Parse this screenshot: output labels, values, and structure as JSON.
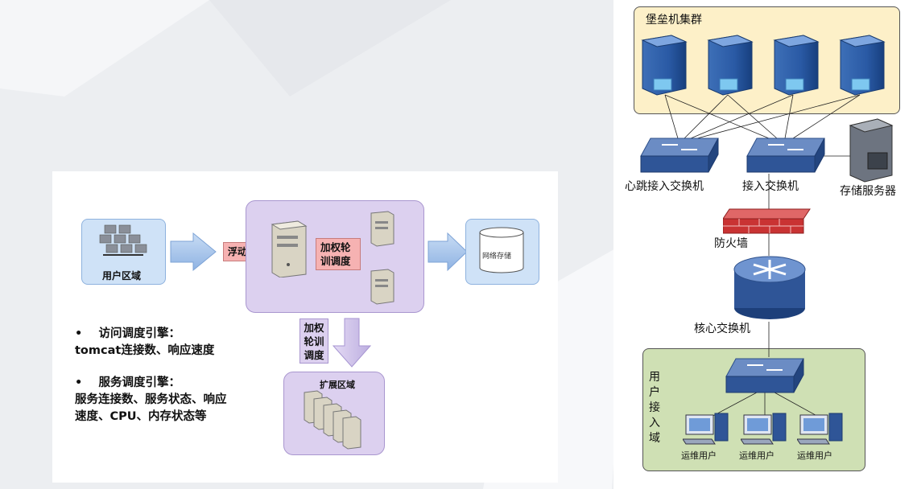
{
  "left_panel": {
    "user_zone_label": "用户区域",
    "floating_ip_label": "浮动IP",
    "weighted_rr_label": "加权轮训调度",
    "network_storage_label": "网络存储",
    "weighted_rr_vertical_label": "加权轮训调度",
    "expansion_zone_label": "扩展区域",
    "bullets": [
      {
        "title": "访问调度引擎：",
        "lines": [
          "tomcat连接数、响应速度"
        ]
      },
      {
        "title": "服务调度引擎：",
        "lines": [
          "服务连接数、服务状态、响应",
          "速度、CPU、内存状态等"
        ]
      }
    ]
  },
  "right_panel": {
    "cluster_label": "堡垒机集群",
    "heartbeat_switch_label": "心跳接入交换机",
    "access_switch_label": "接入交换机",
    "storage_server_label": "存储服务器",
    "firewall_label": "防火墙",
    "core_switch_label": "核心交换机",
    "user_access_zone_label": "用户接入域",
    "ops_users": [
      "运维用户",
      "运维用户",
      "运维用户"
    ]
  },
  "colors": {
    "cluster_bg": "#fdf0c8",
    "user_zone_bg": "#cfe0b4",
    "lavender": "#dcd0ef",
    "blue_box": "#cfe2f7",
    "pink": "#f6b2b2"
  }
}
